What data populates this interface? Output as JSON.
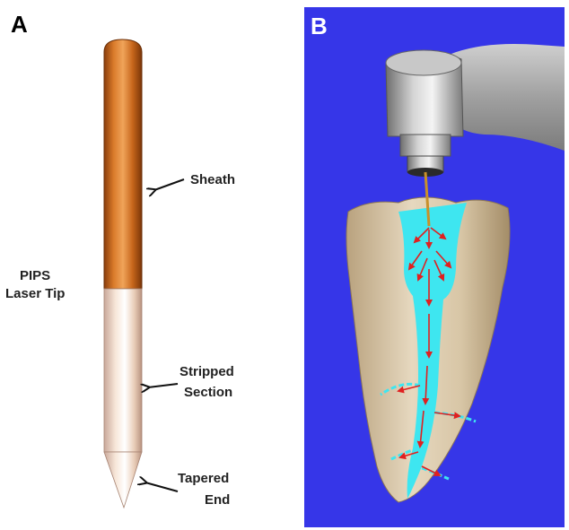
{
  "panels": {
    "a": {
      "letter": "A",
      "title_line1": "PIPS",
      "title_line2": "Laser Tip",
      "labels": {
        "sheath": "Sheath",
        "stripped_line1": "Stripped",
        "stripped_line2": "Section",
        "tapered_line1": "Tapered",
        "tapered_line2": "End"
      }
    },
    "b": {
      "letter": "B"
    }
  },
  "colors": {
    "panel_b_background": "#3636e8",
    "sheath": "#c8671c",
    "stripped_section": "#f2d8c4",
    "canal_irrigant": "#3ee6f0",
    "flow_arrows": "#e02020",
    "tooth": "#d9c7a8",
    "handpiece": "#a8a8a8"
  }
}
